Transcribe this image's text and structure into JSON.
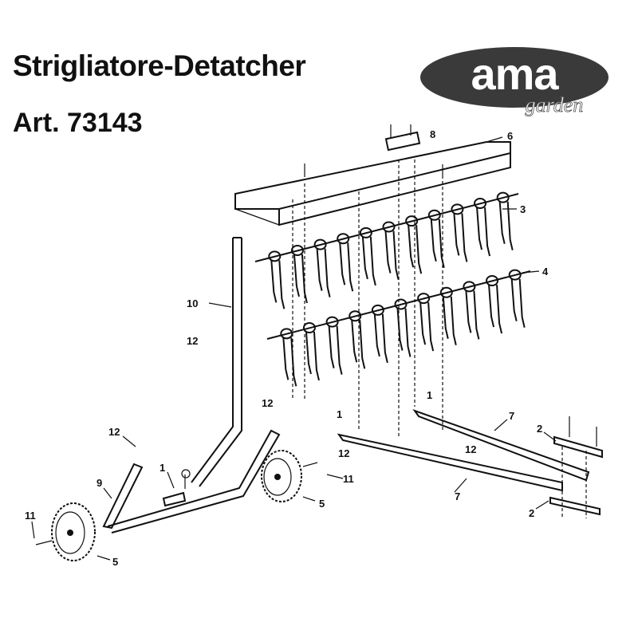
{
  "header": {
    "title": "Strigliatore-Detatcher",
    "article": "Art. 73143"
  },
  "logo": {
    "brand": "ama",
    "sub": "garden",
    "oval_color": "#3a3a3a"
  },
  "callouts": [
    "8",
    "6",
    "3",
    "4",
    "10",
    "12",
    "12",
    "1",
    "1",
    "7",
    "2",
    "12",
    "12",
    "12",
    "1",
    "9",
    "11",
    "5",
    "7",
    "2",
    "11",
    "5"
  ]
}
